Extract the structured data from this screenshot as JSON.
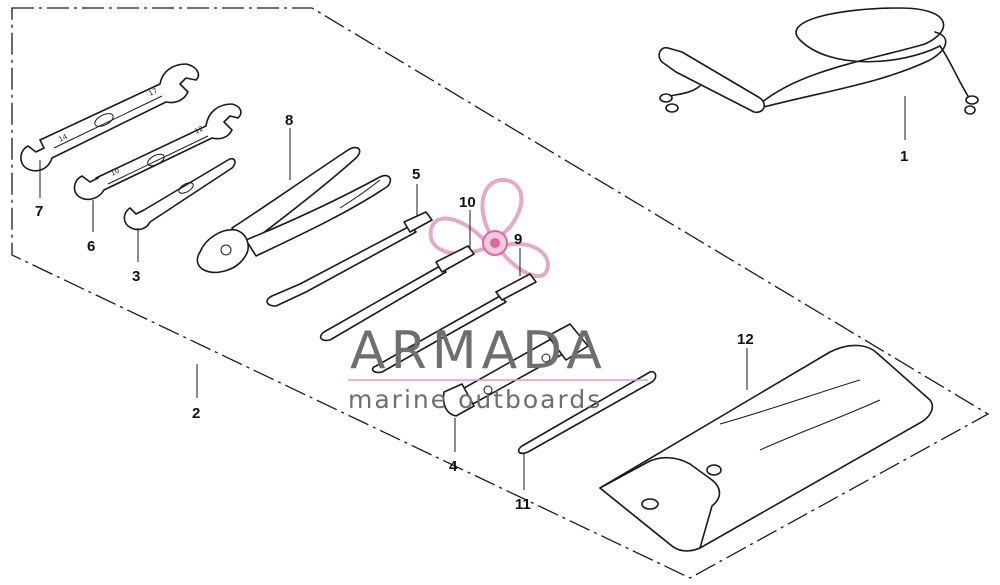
{
  "diagram": {
    "callouts": [
      {
        "id": "1",
        "label": "1"
      },
      {
        "id": "2",
        "label": "2"
      },
      {
        "id": "3",
        "label": "3"
      },
      {
        "id": "4",
        "label": "4"
      },
      {
        "id": "5",
        "label": "5"
      },
      {
        "id": "6",
        "label": "6"
      },
      {
        "id": "7",
        "label": "7"
      },
      {
        "id": "8",
        "label": "8"
      },
      {
        "id": "9",
        "label": "9"
      },
      {
        "id": "10",
        "label": "10"
      },
      {
        "id": "11",
        "label": "11"
      },
      {
        "id": "12",
        "label": "12"
      }
    ],
    "wrench_stamps": {
      "w7": "14",
      "w7b": "17",
      "w6": "10",
      "w6b": "12"
    }
  },
  "watermark": {
    "brand": "ARMADA",
    "tagline": "marine outboards",
    "brand_color": "#6e6e6e",
    "propeller_color": "#d94d93"
  }
}
